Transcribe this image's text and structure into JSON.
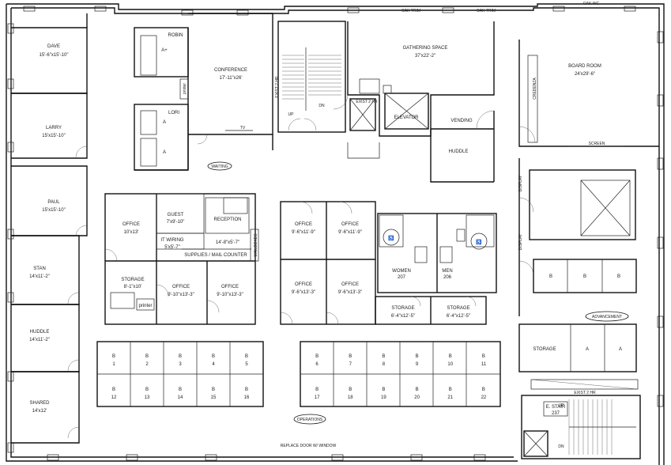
{
  "rooms": {
    "dave": {
      "name": "DAVE",
      "dims": "15'-6\"x15'-10\""
    },
    "larry": {
      "name": "LARRY",
      "dims": "15'x15'-10\""
    },
    "paul": {
      "name": "PAUL",
      "dims": "15'x15'-10\""
    },
    "stan": {
      "name": "STAN",
      "dims": "14'x11'-2\""
    },
    "huddle_w": {
      "name": "HUDDLE",
      "dims": "14'x11'-2\""
    },
    "shared": {
      "name": "SHARED",
      "dims": "14'x12'"
    },
    "robin": {
      "name": "ROBIN",
      "tag": "A+"
    },
    "lori": {
      "name": "LORI",
      "tag": "A"
    },
    "lori_b": {
      "tag": "A"
    },
    "printer_top": "printer",
    "conference": {
      "name": "CONFERENCE",
      "dims": "17'-11\"x26'"
    },
    "tv": "TV",
    "gathering": {
      "name": "GATHERING SPACE",
      "dims": "37'x22'-2\""
    },
    "oak_trim_1": "OAK TRIM",
    "oak_trim_2": "OAK TRIM",
    "oak_wc": "OAK WC",
    "board": {
      "name": "BOARD ROOM",
      "dims": "24'x29'-6\""
    },
    "credenza": "CREDENZA",
    "screen": "SCREEN",
    "display_1": "DISPLAY",
    "display_2": "DISPLAY",
    "elevator": "ELEVATOR",
    "vending": "VENDING",
    "huddle_c": "HUDDLE",
    "exist_2hr_1": "EXIST 2 HR",
    "exist_2hr_2": "EXIST 2 HR",
    "exist_2hr_3": "EXIST 2 HR",
    "up_1": "UP",
    "dn_1": "DN",
    "waiting": "WAITING",
    "office_a": {
      "name": "OFFICE",
      "dims": "10'x13'"
    },
    "guest": {
      "name": "GUEST",
      "dims": "7'x9'-10\""
    },
    "reception": "RECEPTION",
    "it_wiring": {
      "name": "IT WIRING",
      "dims": "5'x5'-7\""
    },
    "dims_14": "14'-8\"x5'-7\"",
    "supplies": "SUPPLIES / MAIL COUNTER",
    "mailboxes": "MAILBOXES",
    "storage_w": {
      "name": "STORAGE",
      "dims": "8'-1\"x10'"
    },
    "printer_w": "printer",
    "office_b": {
      "name": "OFFICE",
      "dims": "9'-10\"x13'-3\""
    },
    "office_c": {
      "name": "OFFICE",
      "dims": "9'-10\"x13'-3\""
    },
    "office_d": {
      "name": "OFFICE",
      "dims": "9'-6\"x11'-9\""
    },
    "office_e": {
      "name": "OFFICE",
      "dims": "9'-6\"x11'-9\""
    },
    "office_f": {
      "name": "OFFICE",
      "dims": "9'-6\"x13'-3\""
    },
    "office_g": {
      "name": "OFFICE",
      "dims": "9'-6\"x13'-3\""
    },
    "women": {
      "name": "WOMEN",
      "num": "207"
    },
    "men": {
      "name": "MEN",
      "num": "206"
    },
    "storage_1": {
      "name": "STORAGE",
      "dims": "6'-4\"x12'-5\""
    },
    "storage_2": {
      "name": "STORAGE",
      "dims": "6'-4\"x12'-5\""
    },
    "advancement": "ADVANCEMENT",
    "storage_e": "STORAGE",
    "e_stair": {
      "name": "E. STAIR",
      "num": "237"
    },
    "up_2": "UP",
    "dn_2": "DN",
    "operations": "OPERATIONS",
    "replace_door": "REPLACE DOOR W/ WINDOW",
    "exist_2hr_side": "EXIST 2 HR"
  },
  "workstations_left": [
    "1",
    "2",
    "3",
    "4",
    "5",
    "12",
    "13",
    "14",
    "15",
    "16"
  ],
  "workstations_right": [
    "6",
    "7",
    "8",
    "9",
    "10",
    "11",
    "17",
    "18",
    "19",
    "20",
    "21",
    "22"
  ],
  "ws_letter": "B",
  "east_b": [
    "B",
    "B",
    "B"
  ],
  "east_a": [
    "A",
    "A"
  ]
}
